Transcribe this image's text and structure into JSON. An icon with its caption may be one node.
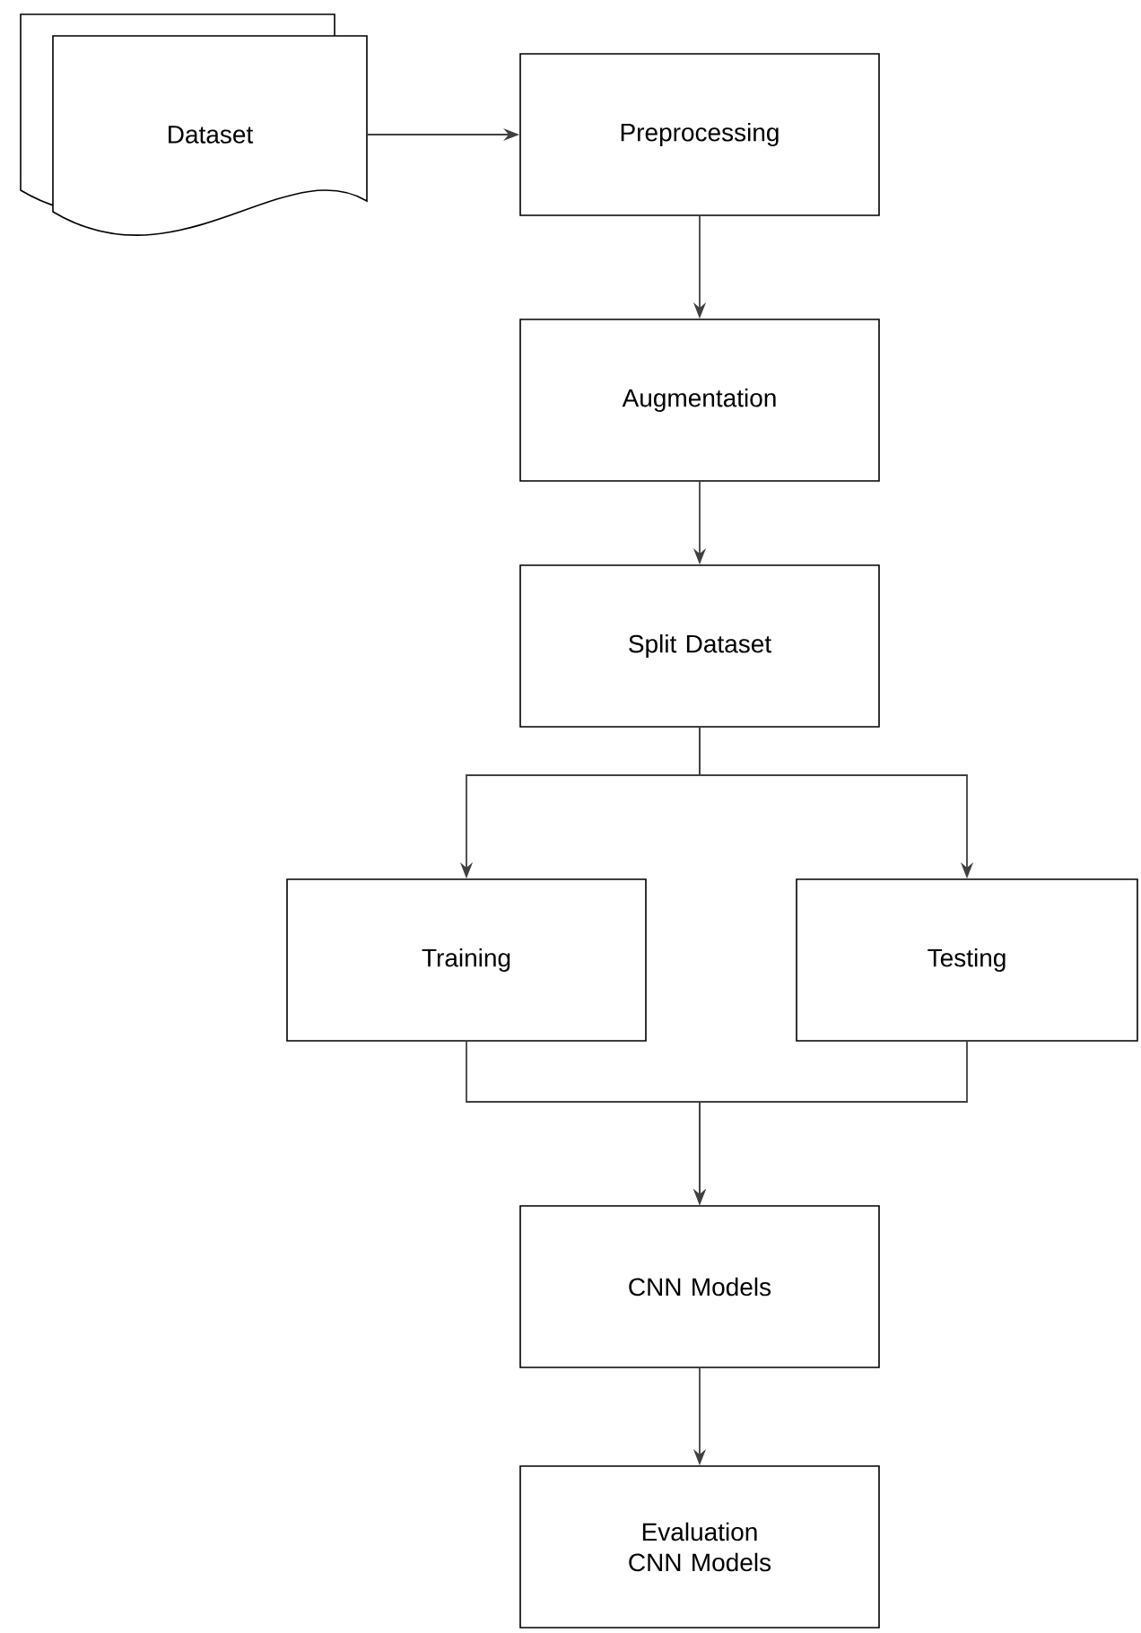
{
  "diagram": {
    "nodes": [
      {
        "text": [
          "Dataset"
        ]
      },
      {
        "text": [
          "Preprocessing"
        ]
      },
      {
        "text": [
          "Augmentation"
        ]
      },
      {
        "text": [
          "Split Dataset"
        ]
      },
      {
        "text": [
          "Training"
        ]
      },
      {
        "text": [
          "Testing"
        ]
      },
      {
        "text": [
          "CNN Models"
        ]
      },
      {
        "text": [
          "Evaluation CNN Models"
        ]
      }
    ],
    "edges": [
      {
        "from": 0,
        "to": 1,
        "arrow": "to"
      },
      {
        "from": 1,
        "to": 2,
        "arrow": "to"
      },
      {
        "from": 2,
        "to": 3,
        "arrow": "to"
      },
      {
        "from": 3,
        "to": 4,
        "arrow": "to"
      },
      {
        "from": 3,
        "to": 5,
        "arrow": "to"
      },
      {
        "from": 4,
        "to": 6,
        "arrow": "to"
      },
      {
        "from": 5,
        "to": 6,
        "arrow": "to"
      },
      {
        "from": 6,
        "to": 7,
        "arrow": "to"
      }
    ]
  }
}
